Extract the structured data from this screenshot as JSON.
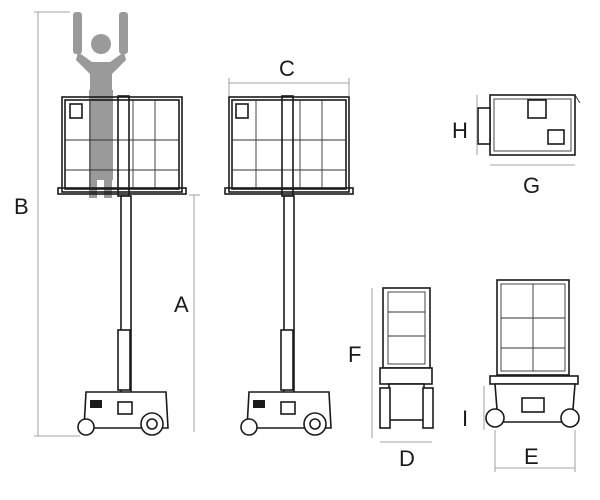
{
  "dimension_labels": {
    "A": "A",
    "B": "B",
    "C": "C",
    "D": "D",
    "E": "E",
    "F": "F",
    "G": "G",
    "H": "H",
    "I": "I"
  },
  "colors": {
    "lines": "#1a1a1a",
    "person": "#9a9a9a",
    "dimension_lines": "#888888",
    "background": "#ffffff"
  }
}
